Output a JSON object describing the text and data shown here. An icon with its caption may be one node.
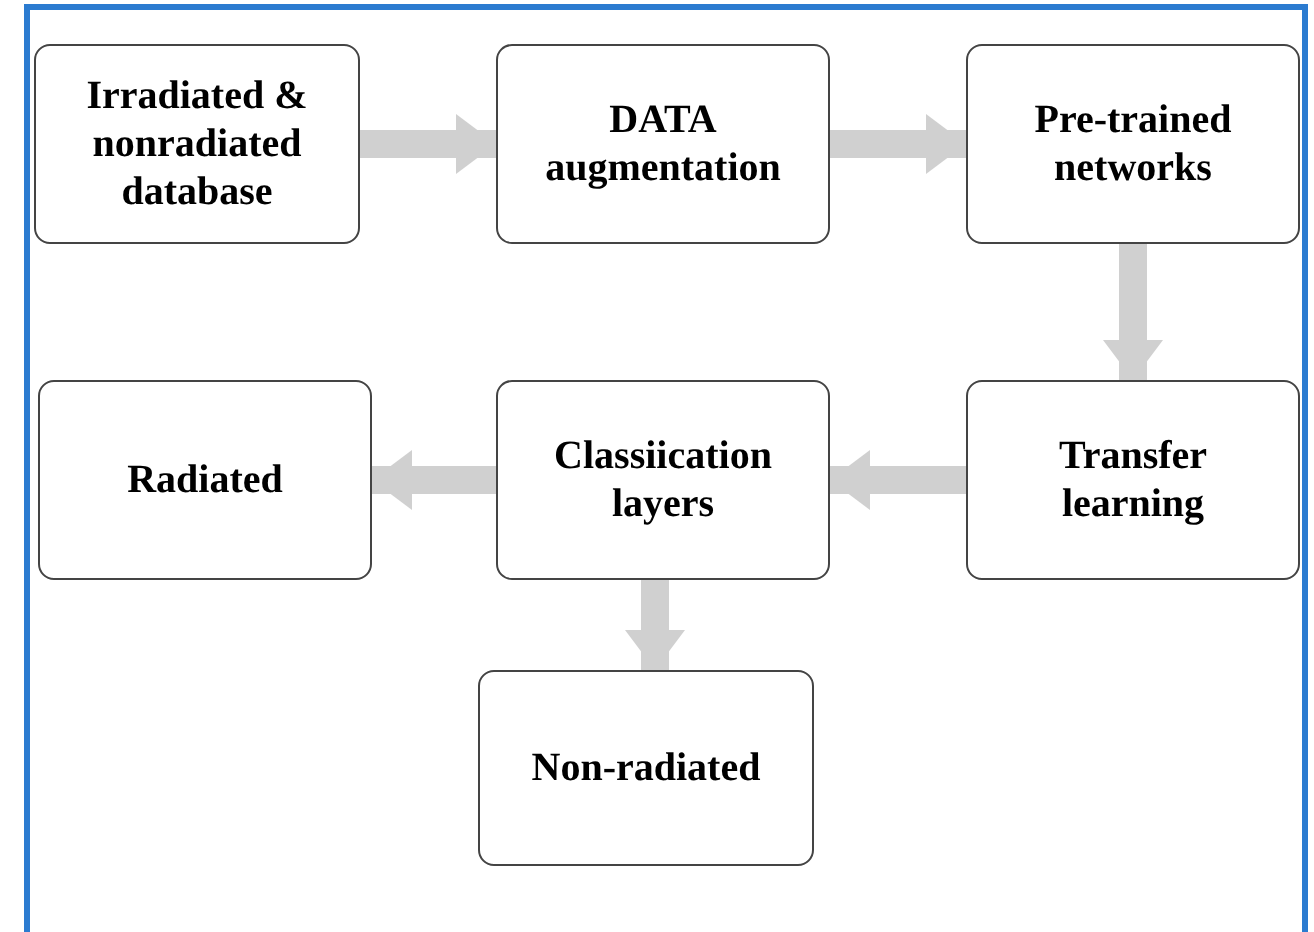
{
  "diagram": {
    "nodes": [
      {
        "text": [
          "Irradiated & nonradiated database"
        ]
      },
      {
        "text": [
          "DATA augmentation"
        ]
      },
      {
        "text": [
          "Pre-trained networks"
        ]
      },
      {
        "text": [
          "Transfer learning"
        ]
      },
      {
        "text": [
          "Classiication layers"
        ]
      },
      {
        "text": [
          "Radiated"
        ]
      },
      {
        "text": [
          "Non-radiated"
        ]
      }
    ],
    "edges": [
      {
        "from": 0,
        "to": 1,
        "arrow": "to"
      },
      {
        "from": 1,
        "to": 2,
        "arrow": "to"
      },
      {
        "from": 2,
        "to": 3,
        "arrow": "to"
      },
      {
        "from": 3,
        "to": 4,
        "arrow": "to"
      },
      {
        "from": 4,
        "to": 5,
        "arrow": "to"
      },
      {
        "from": 4,
        "to": 6,
        "arrow": "to"
      }
    ]
  }
}
